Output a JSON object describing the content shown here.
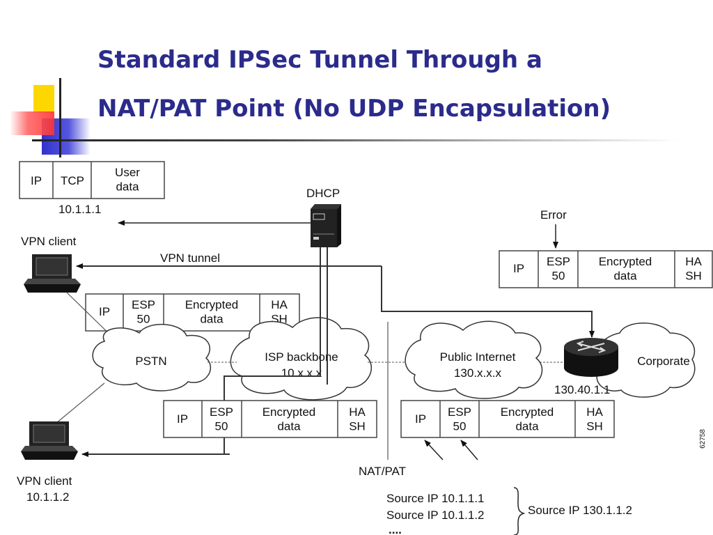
{
  "title": {
    "line1": "Standard IPSec Tunnel Through a",
    "line2": "NAT/PAT Point (No UDP Encapsulation)"
  },
  "colors": {
    "title": "#2b2b8c",
    "deco_yellow": "#ffd700",
    "deco_blue": "#3333cc",
    "deco_red": "#ff3333"
  },
  "packet_top_left": {
    "cells": [
      "IP",
      "TCP",
      "User\ndata"
    ],
    "addr": "10.1.1.1"
  },
  "dhcp": {
    "label": "DHCP"
  },
  "vpn_client_top": {
    "label": "VPN client"
  },
  "tunnel": {
    "label": "VPN tunnel"
  },
  "packet_mid_left": {
    "cells": [
      "IP",
      "ESP\n50",
      "Encrypted\ndata",
      "HA\nSH"
    ]
  },
  "clouds": {
    "pstn": "PSTN",
    "isp": {
      "line1": "ISP backbone",
      "line2": "10.x.x.x"
    },
    "public": {
      "line1": "Public Internet",
      "line2": "130.x.x.x"
    },
    "corporate": "Corporate"
  },
  "router": {
    "addr": "130.40.1.1",
    "icon": "router-icon"
  },
  "error": {
    "label": "Error"
  },
  "packet_right": {
    "cells": [
      "IP",
      "ESP\n50",
      "Encrypted\ndata",
      "HA\nSH"
    ]
  },
  "packet_bottom_mid": {
    "cells": [
      "IP",
      "ESP\n50",
      "Encrypted\ndata",
      "HA\nSH"
    ]
  },
  "packet_bottom_right": {
    "cells": [
      "IP",
      "ESP\n50",
      "Encrypted\ndata",
      "HA\nSH"
    ]
  },
  "natpat": {
    "label": "NAT/PAT"
  },
  "vpn_client_bottom": {
    "label": "VPN client",
    "addr": "10.1.1.2"
  },
  "source": {
    "list": [
      "Source IP 10.1.1.1",
      "Source IP 10.1.1.2",
      "...."
    ],
    "result": "Source IP 130.1.1.2"
  },
  "figure_id": "62758"
}
